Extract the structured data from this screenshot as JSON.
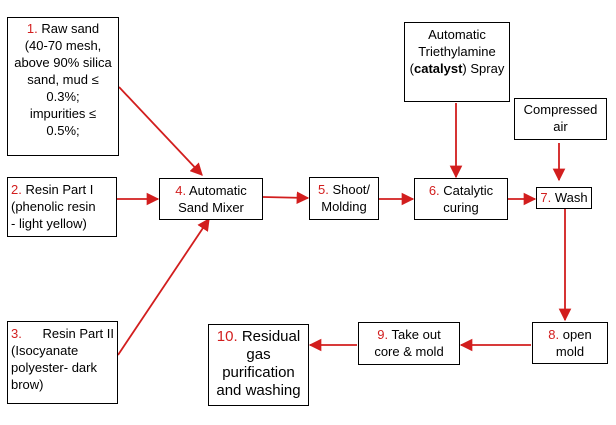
{
  "nodes": {
    "raw_sand": {
      "num": "1.",
      "lines": [
        "Raw sand",
        "(40-70 mesh,",
        "above 90% silica",
        "sand, mud ≤",
        "0.3%;",
        "impurities ≤",
        "0.5%;"
      ]
    },
    "resin_part_1": {
      "num": "2.",
      "lines": [
        "Resin Part I",
        "(phenolic resin",
        "- light yellow)"
      ]
    },
    "resin_part_2": {
      "num": "3.",
      "lines": [
        "Resin Part II",
        "(Isocyanate",
        "polyester- dark",
        "brow)"
      ]
    },
    "sand_mixer": {
      "num": "4.",
      "label_a": "Automatic",
      "label_b": "Sand Mixer"
    },
    "shoot_molding": {
      "num": "5.",
      "label_a": "Shoot/",
      "label_b": "Molding"
    },
    "catalytic_curing": {
      "num": "6.",
      "label_a": "Catalytic",
      "label_b": "curing"
    },
    "wash": {
      "num": "7.",
      "label": "Wash"
    },
    "open_mold": {
      "num": "8.",
      "label_a": "open",
      "label_b": "mold"
    },
    "take_out": {
      "num": "9.",
      "label_a": "Take out",
      "label_b": "core & mold"
    },
    "residual_gas": {
      "num": "10.",
      "label_a": "Residual",
      "label_b": "gas",
      "label_c": "purification",
      "label_d": "and washing"
    },
    "catalyst_spray": {
      "line1": "Automatic",
      "line2": "Triethylamine",
      "open_paren": "(",
      "bold_word": "catalyst",
      "close_rest": ") Spray"
    },
    "compressed_air": {
      "line1": "Compressed",
      "line2": "air"
    }
  },
  "colors": {
    "arrow": "#d21e1e",
    "number": "#d21e1e",
    "border": "#000000"
  }
}
